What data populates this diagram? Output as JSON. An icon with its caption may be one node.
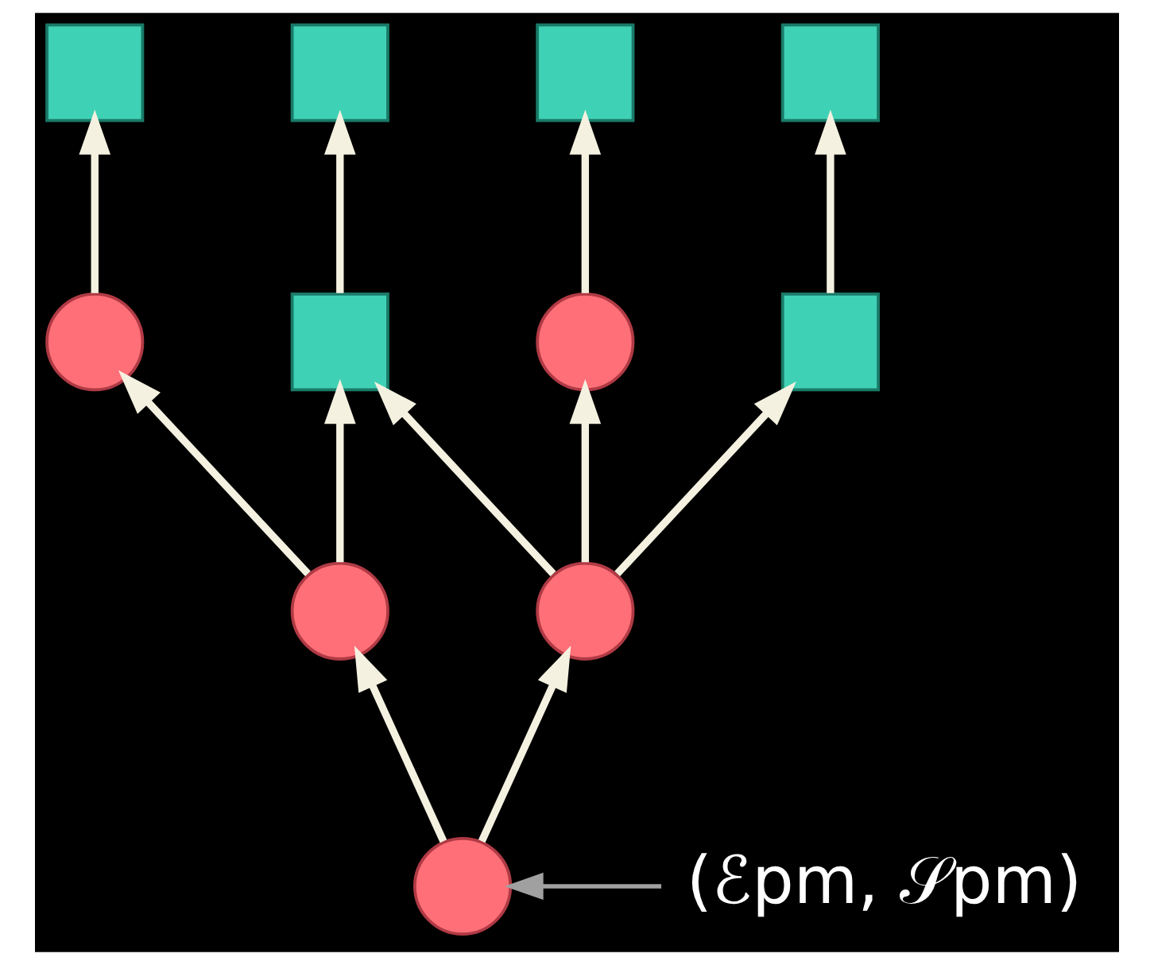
{
  "diagram": {
    "nodes": [
      {
        "text": [],
        "shape": "box"
      },
      {
        "text": [],
        "shape": "box"
      },
      {
        "text": [],
        "shape": "box"
      },
      {
        "text": [],
        "shape": "box"
      },
      {
        "text": [],
        "shape": "circle"
      },
      {
        "text": [],
        "shape": "box"
      },
      {
        "text": [],
        "shape": "circle"
      },
      {
        "text": [],
        "shape": "box"
      },
      {
        "text": [],
        "shape": "circle"
      },
      {
        "text": [],
        "shape": "circle"
      },
      {
        "text": [],
        "shape": "circle"
      },
      {
        "text": [
          "(ℰpm, 𝒮pm)"
        ]
      }
    ],
    "edges": [
      {
        "from": 10,
        "to": 8,
        "arrow": "to"
      },
      {
        "from": 10,
        "to": 9,
        "arrow": "to"
      },
      {
        "from": 8,
        "to": 4,
        "arrow": "to"
      },
      {
        "from": 8,
        "to": 5,
        "arrow": "to"
      },
      {
        "from": 9,
        "to": 5,
        "arrow": "to"
      },
      {
        "from": 9,
        "to": 6,
        "arrow": "to"
      },
      {
        "from": 9,
        "to": 7,
        "arrow": "to"
      },
      {
        "from": 4,
        "to": 0,
        "arrow": "to"
      },
      {
        "from": 5,
        "to": 1,
        "arrow": "to"
      },
      {
        "from": 6,
        "to": 2,
        "arrow": "to"
      },
      {
        "from": 7,
        "to": 3,
        "arrow": "to"
      },
      {
        "from": 11,
        "to": 10,
        "arrow": "to",
        "color": "#a0a0a0"
      }
    ]
  }
}
